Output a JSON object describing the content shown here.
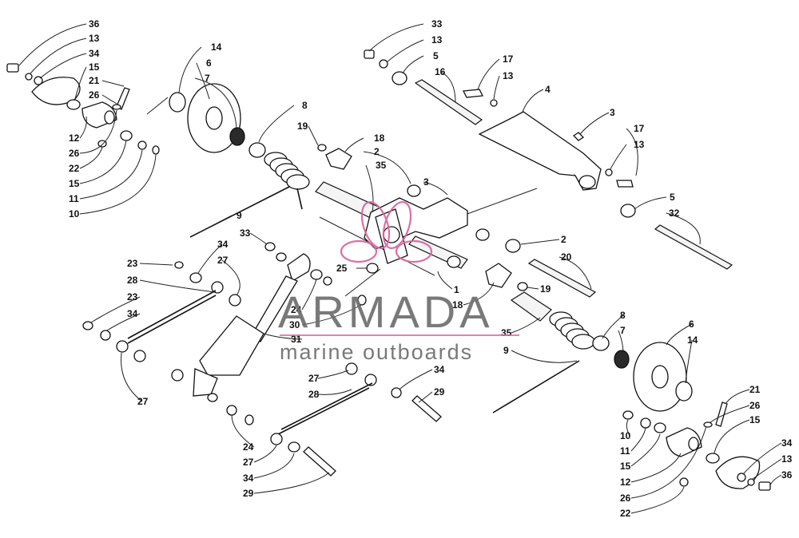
{
  "watermark": {
    "brand": "ARMADA",
    "tagline": "marine outboards",
    "accent_color": "#d9649c",
    "text_color": "#6e6e6e"
  },
  "callouts": [
    {
      "label": "36"
    },
    {
      "label": "13"
    },
    {
      "label": "34"
    },
    {
      "label": "15"
    },
    {
      "label": "21"
    },
    {
      "label": "26"
    },
    {
      "label": "12"
    },
    {
      "label": "26"
    },
    {
      "label": "22"
    },
    {
      "label": "15"
    },
    {
      "label": "11"
    },
    {
      "label": "10"
    },
    {
      "label": "14"
    },
    {
      "label": "6"
    },
    {
      "label": "7"
    },
    {
      "label": "8"
    },
    {
      "label": "19"
    },
    {
      "label": "18"
    },
    {
      "label": "2"
    },
    {
      "label": "35"
    },
    {
      "label": "3"
    },
    {
      "label": "9"
    },
    {
      "label": "33"
    },
    {
      "label": "13"
    },
    {
      "label": "5"
    },
    {
      "label": "16"
    },
    {
      "label": "17"
    },
    {
      "label": "13"
    },
    {
      "label": "4"
    },
    {
      "label": "3"
    },
    {
      "label": "17"
    },
    {
      "label": "13"
    },
    {
      "label": "5"
    },
    {
      "label": "32"
    },
    {
      "label": "2"
    },
    {
      "label": "20"
    },
    {
      "label": "1"
    },
    {
      "label": "18"
    },
    {
      "label": "19"
    },
    {
      "label": "25"
    },
    {
      "label": "33"
    },
    {
      "label": "34"
    },
    {
      "label": "27"
    },
    {
      "label": "23"
    },
    {
      "label": "28"
    },
    {
      "label": "23"
    },
    {
      "label": "34"
    },
    {
      "label": "27"
    },
    {
      "label": "24"
    },
    {
      "label": "30"
    },
    {
      "label": "31"
    },
    {
      "label": "27"
    },
    {
      "label": "28"
    },
    {
      "label": "34"
    },
    {
      "label": "29"
    },
    {
      "label": "24"
    },
    {
      "label": "27"
    },
    {
      "label": "34"
    },
    {
      "label": "29"
    },
    {
      "label": "35"
    },
    {
      "label": "9"
    },
    {
      "label": "8"
    },
    {
      "label": "7"
    },
    {
      "label": "6"
    },
    {
      "label": "14"
    },
    {
      "label": "21"
    },
    {
      "label": "26"
    },
    {
      "label": "15"
    },
    {
      "label": "10"
    },
    {
      "label": "11"
    },
    {
      "label": "15"
    },
    {
      "label": "12"
    },
    {
      "label": "26"
    },
    {
      "label": "22"
    },
    {
      "label": "34"
    },
    {
      "label": "13"
    },
    {
      "label": "36"
    }
  ]
}
